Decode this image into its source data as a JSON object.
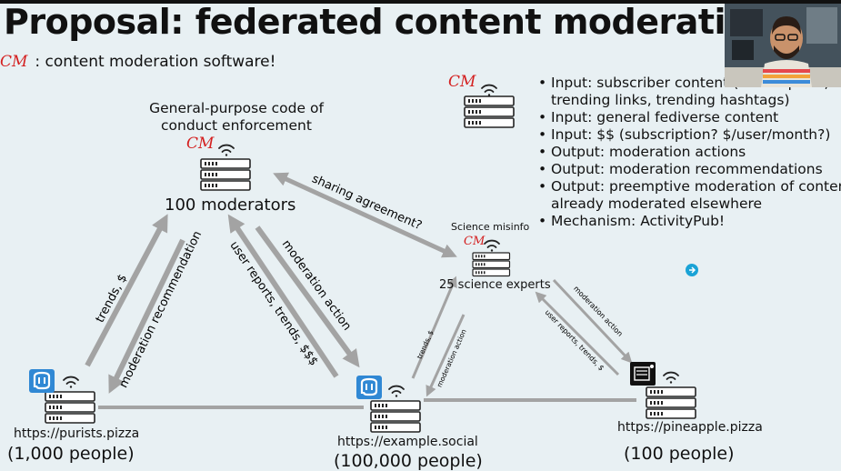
{
  "slide": {
    "title": "Proposal: federated content moderation s",
    "legend_symbol": "CM",
    "legend_text": ": content moderation software!"
  },
  "cm_label": "CM",
  "nodes": {
    "central": {
      "caption": "General-purpose code of conduct enforcement",
      "caption_line1": "General-purpose code of",
      "caption_line2": "conduct enforcement",
      "moderators": "100 moderators"
    },
    "science": {
      "caption": "Science misinfo",
      "moderators": "25 science experts"
    },
    "purists": {
      "url": "https://purists.pizza",
      "people": "(1,000 people)"
    },
    "example": {
      "url": "https://example.social",
      "people": "(100,000 people)"
    },
    "pineapple": {
      "url": "https://pineapple.pizza",
      "people": "(100 people)"
    }
  },
  "edges": {
    "sharing": "sharing agreement?",
    "purists_up": "trends, $",
    "purists_down": "moderation recommendation",
    "example_up": "user reports, trends, $$$",
    "example_down": "moderation action",
    "example_sci_up": "trends, $",
    "example_sci_down": "moderation action",
    "pine_sci_down": "moderation action",
    "pine_sci_up": "user reports, trends, $"
  },
  "bullets": [
    "Input: subscriber content (user reports,",
    "trending links, trending hashtags)",
    "Input: general fediverse content",
    "Input: $$ (subscription? $/user/month?)",
    "Output: moderation actions",
    "Output: moderation recommendations",
    "Output: preemptive moderation of conten",
    "already moderated elsewhere",
    "Mechanism: ActivityPub!"
  ],
  "bullet_continuation": [
    false,
    true,
    false,
    false,
    false,
    false,
    false,
    true,
    false
  ],
  "colors": {
    "arrow": "#a3a3a3",
    "cm": "#d42020",
    "mastodon": "#3088d4",
    "accent_dot": "#1aa3d6"
  },
  "icons": [
    "server-icon",
    "wifi-icon",
    "mastodon-logo-icon",
    "pizza-logo-icon"
  ]
}
